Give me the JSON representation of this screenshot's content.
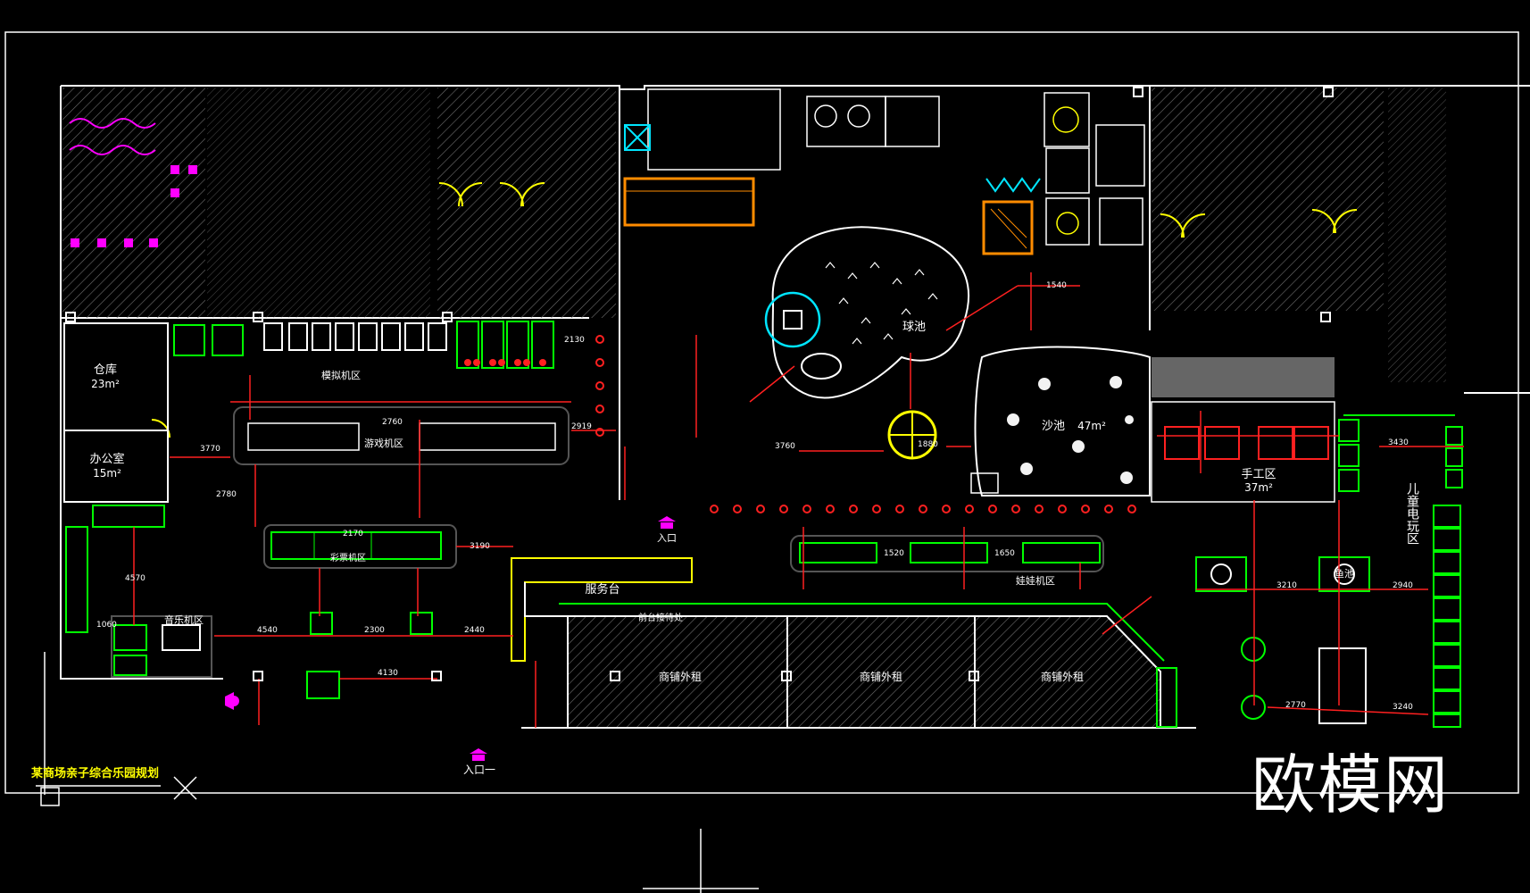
{
  "drawing": {
    "title": "某商场亲子综合乐园规划",
    "watermark": "欧模网",
    "colors": {
      "background": "#000000",
      "wall": "#ffffff",
      "dimension": "#ff2020",
      "furniture": "#00ff00",
      "fixture": "#ffff00",
      "accent": "#ff00ff",
      "hatch": "#7a7a7a",
      "orange": "#ff8c00",
      "cyan": "#00e5ff"
    },
    "rooms": {
      "warehouse": {
        "name": "仓库",
        "area": "23m²"
      },
      "office": {
        "name": "办公室",
        "area": "15m²"
      },
      "simulator": "模拟机区",
      "arcade": "游戏机区",
      "lottery": "彩票机区",
      "music": "音乐机区",
      "service_desk": "服务台",
      "ball_pool": "球池",
      "sand_pool": {
        "name": "沙池",
        "area": "47m²"
      },
      "craft": {
        "name": "手工区",
        "area": "37m²"
      },
      "doll": "娃娃机区",
      "kids_arcade": "儿童电玩区",
      "fish_pool": "鱼池",
      "reception": "前台接待处",
      "shops": [
        "商铺外租",
        "商铺外租",
        "商铺外租"
      ]
    },
    "entrances": {
      "side": "入口",
      "main": "入口一"
    },
    "dimensions": {
      "d2130": "2130",
      "d2780": "2780",
      "d2919": "2919",
      "d3770": "3770",
      "d2760": "2760",
      "d2170": "2170",
      "d3190": "3190",
      "d4540": "4540",
      "d2300": "2300",
      "d4130": "4130",
      "d2440": "2440",
      "d1520": "1520",
      "d1650": "1650",
      "d3210": "3210",
      "d2940": "2940",
      "d2770": "2770",
      "d3240": "3240",
      "d3430": "3430",
      "d1060": "1060",
      "d1540": "1540",
      "d4570": "4570",
      "d1880": "1880",
      "d3760": "3760"
    }
  }
}
